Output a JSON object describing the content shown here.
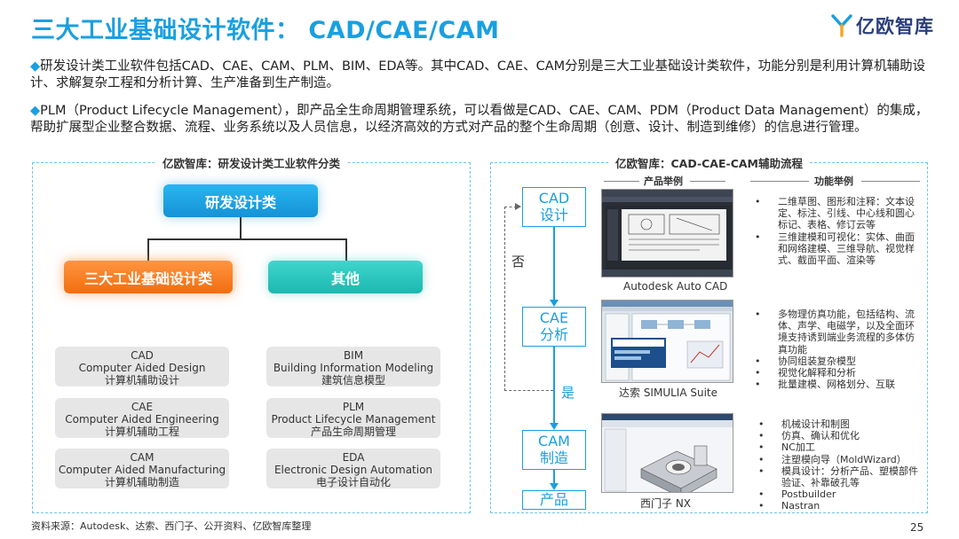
{
  "title": "三大工业基础设计软件： CAD/CAE/CAM",
  "logo": {
    "name": "亿欧智库"
  },
  "paragraphs": [
    {
      "bullet": "◆",
      "text": "研发设计类工业软件包括CAD、CAE、CAM、PLM、BIM、EDA等。其中CAD、CAE、CAM分别是三大工业基础设计类软件，功能分别是利用计算机辅助设计、求解复杂工程和分析计算、生产准备到生产制造。"
    },
    {
      "bullet": "◆",
      "text": "PLM（Product Lifecycle Management），即产品全生命周期管理系统，可以看做是CAD、CAE、CAM、PDM（Product Data Management）的集成，帮助扩展型企业整合数据、流程、业务系统以及人员信息，以经济高效的方式对产品的整个生命周期（创意、设计、制造到维修）的信息进行管理。"
    }
  ],
  "left_panel": {
    "title": "亿欧智库：研发设计类工业软件分类",
    "root": "研发设计类",
    "core": "三大工业基础设计类",
    "other": "其他",
    "core_items": [
      {
        "abbr": "CAD",
        "full": "Computer Aided Design",
        "cn": "计算机辅助设计"
      },
      {
        "abbr": "CAE",
        "full": "Computer Aided Engineering",
        "cn": "计算机辅助工程"
      },
      {
        "abbr": "CAM",
        "full": "Computer Aided Manufacturing",
        "cn": "计算机辅助制造"
      }
    ],
    "other_items": [
      {
        "abbr": "BIM",
        "full": "Building Information Modeling",
        "cn": "建筑信息模型"
      },
      {
        "abbr": "PLM",
        "full": "Product Lifecycle Management",
        "cn": "产品生命周期管理"
      },
      {
        "abbr": "EDA",
        "full": "Electronic Design Automation",
        "cn": "电子设计自动化"
      }
    ]
  },
  "right_panel": {
    "title": "亿欧智库：CAD-CAE-CAM辅助流程",
    "col_product": "产品举例",
    "col_function": "功能举例",
    "flow": [
      {
        "l1": "CAD",
        "l2": "设计"
      },
      {
        "l1": "CAE",
        "l2": "分析"
      },
      {
        "l1": "CAM",
        "l2": "制造"
      },
      {
        "l1": "产品"
      }
    ],
    "label_no": "否",
    "label_yes": "是",
    "products": [
      "Autodesk Auto CAD",
      "达索 SIMULIA Suite",
      "西门子 NX"
    ],
    "functions": [
      [
        "二维草图、图形和注释：文本设定、标注、引线、中心线和圆心标记、表格、修订云等",
        "三维建模和可视化：实体、曲面和网络建模、三维导航、视觉样式、截面平面、渲染等"
      ],
      [
        "多物理仿真功能，包括结构、流体、声学、电磁学，以及全面环境支持诱到端业务流程的多体仿真功能",
        "协同组装复杂模型",
        "视觉化解释和分析",
        "批量建模、网格划分、互联"
      ],
      [
        "机械设计和制图",
        "仿真、确认和优化",
        "NC加工",
        "注塑模向导（MoldWizard）",
        "模具设计：分析产品、塑模部件验证、补靠破孔等",
        "Postbuilder",
        "Nastran"
      ]
    ]
  },
  "source": "资料来源：Autodesk、达索、西门子、公开资料、亿欧智库整理",
  "page_number": "25",
  "colors": {
    "accent": "#1a9fe0",
    "orange": "#f26d10",
    "teal": "#1cb8b0",
    "brand_dark": "#2a3f7a"
  }
}
